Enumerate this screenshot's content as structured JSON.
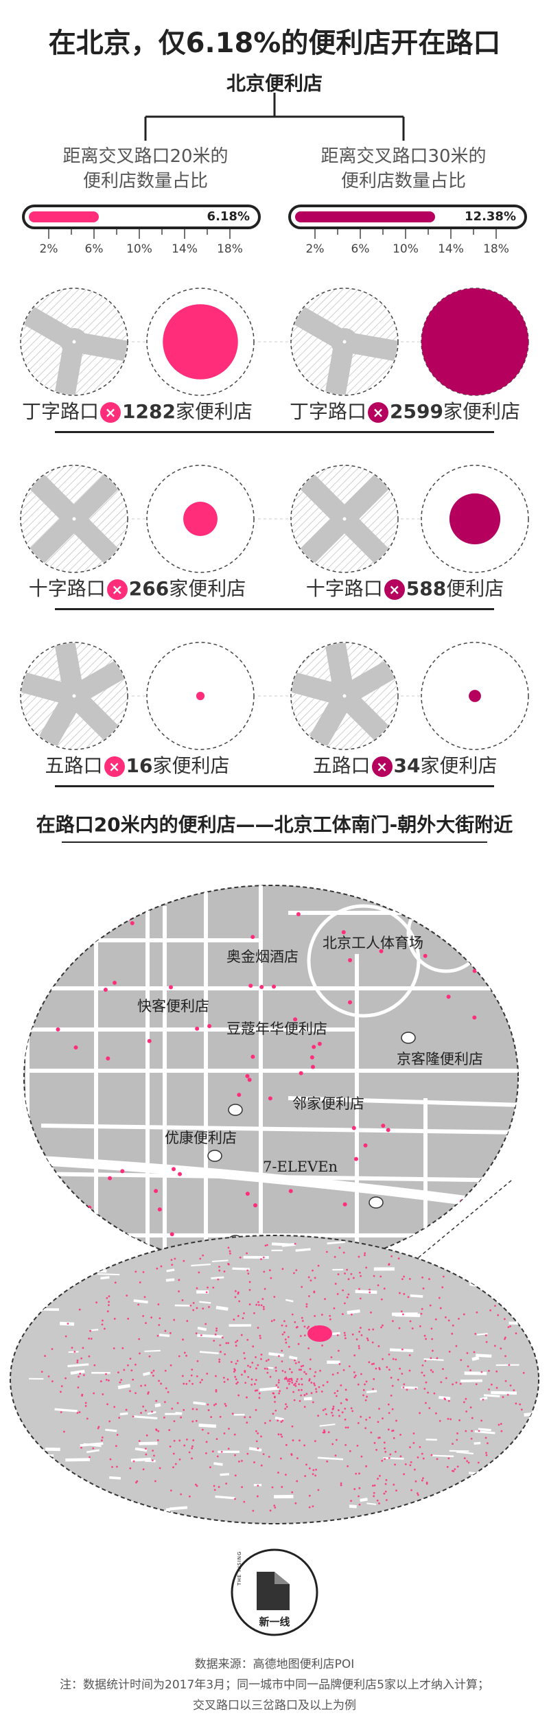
{
  "title": "在北京，仅6.18%的便利店开在路口",
  "subtitle": "北京便利店",
  "colors": {
    "pink": "#ff2d7a",
    "magenta": "#b5005e",
    "gray": "#b5b5b5",
    "dark": "#222222"
  },
  "columns": [
    {
      "heading_line1": "距离交叉路口20米的",
      "heading_line2": "便利店数量占比",
      "percent_label": "6.18%"
    },
    {
      "heading_line1": "距离交叉路口30米的",
      "heading_line2": "便利店数量占比",
      "percent_label": "12.38%"
    }
  ],
  "scale_ticks": [
    "2%",
    "6%",
    "10%",
    "14%",
    "18%"
  ],
  "rows": [
    {
      "left": {
        "pre": "丁字路口",
        "num": "1282",
        "post": "家便利店"
      },
      "right": {
        "pre": "丁字路口",
        "num": "2599",
        "post": "家便利店"
      }
    },
    {
      "left": {
        "pre": "十字路口",
        "num": "266",
        "post": "家便利店"
      },
      "right": {
        "pre": "十字路口",
        "num": "588",
        "post": "便利店"
      }
    },
    {
      "left": {
        "pre": "五路口",
        "num": "16",
        "post": "家便利店"
      },
      "right": {
        "pre": "五路口",
        "num": "34",
        "post": "家便利店"
      }
    }
  ],
  "x_symbol": "×",
  "chart_data": {
    "type": "bar",
    "title": "在北京，仅6.18%的便利店开在路口",
    "subtitle": "北京便利店",
    "xlim": [
      0,
      20
    ],
    "tick_labels": [
      "2%",
      "6%",
      "10%",
      "14%",
      "18%"
    ],
    "series": [
      {
        "name": "距离交叉路口20米的便利店数量占比",
        "value": 6.18,
        "label": "6.18%",
        "counts": {
          "丁字路口": 1282,
          "十字路口": 266,
          "五路口": 16
        }
      },
      {
        "name": "距离交叉路口30米的便利店数量占比",
        "value": 12.38,
        "label": "12.38%",
        "counts": {
          "丁字路口": 2599,
          "十字路口": 588,
          "五路口": 34
        }
      }
    ]
  },
  "map": {
    "title": "在路口20米内的便利店——北京工体南门-朝外大街附近",
    "labels": [
      "北京工人体育场",
      "奥金烟酒店",
      "快客便利店",
      "豆蔻年华便利店",
      "京客隆便利店",
      "邻家便利店",
      "优康便利店",
      "7-ELEVEn"
    ]
  },
  "logo": {
    "text": "新一线",
    "side_text": "THE RISING"
  },
  "footer": {
    "line1": "数据来源：高德地图便利店POI",
    "line2": "注：数据统计时间为2017年3月；同一城市中同一品牌便利店5家以上才纳入计算；",
    "line3": "交叉路口以三岔路口及以上为例"
  }
}
